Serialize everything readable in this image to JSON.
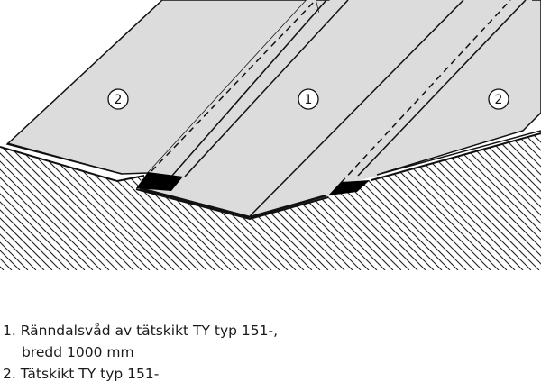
{
  "drawing": {
    "callouts": [
      "2",
      "1",
      "2"
    ],
    "colors": {
      "membrane": "#dcdcdc",
      "outline": "#111111",
      "wedge": "#000000",
      "hatch": "#222222",
      "background": "#ffffff"
    }
  },
  "legend": {
    "items": [
      {
        "number": "1.",
        "text": "Rännd­alsvåd av tätskikt TY typ 151-,",
        "continuation": "bredd 1000 mm"
      },
      {
        "number": "2.",
        "text": "Tätskikt TY typ 151-",
        "continuation": ""
      }
    ]
  }
}
